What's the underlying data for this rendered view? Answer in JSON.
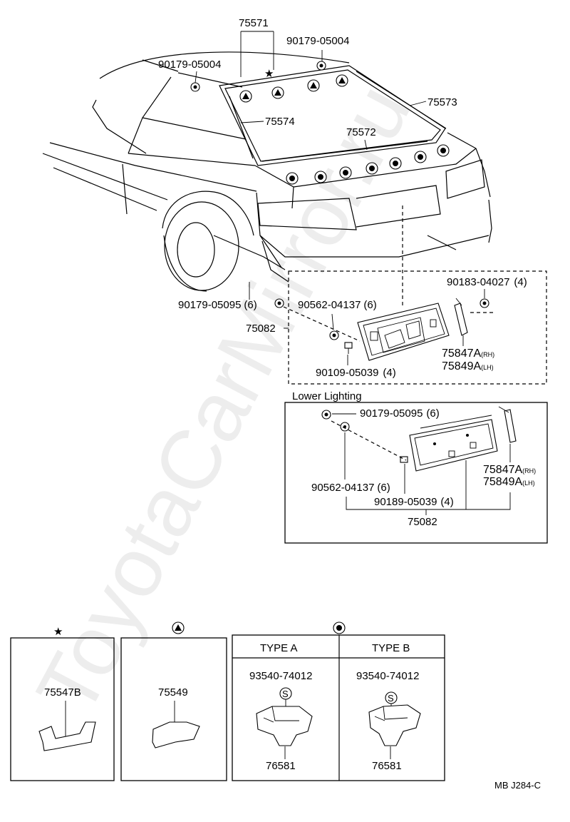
{
  "watermark": "ToyotaCarMirror.ru",
  "diagram_code": "MB J284-C",
  "callouts": {
    "p75571": "75571",
    "p90179_05004_a": "90179-05004",
    "p90179_05004_b": "90179-05004",
    "p75573": "75573",
    "p75574": "75574",
    "p75572": "75572",
    "p90179_05095": "90179-05095",
    "p90179_05095_qty": "(6)",
    "p75082": "75082",
    "p90562_04137": "90562-04137",
    "p90562_04137_qty": "(6)",
    "p90183_04027": "90183-04027",
    "p90183_04027_qty": "(4)",
    "p75847A": "75847A",
    "p75847A_side": "(RH)",
    "p75849A": "75849A",
    "p75849A_side": "(LH)",
    "p90109_05039": "90109-05039",
    "p90109_05039_qty": "(4)"
  },
  "lower_lighting": {
    "title": "Lower Lighting",
    "p90179_05095": "90179-05095",
    "p90179_05095_qty": "(6)",
    "p90562_04137": "90562-04137",
    "p90562_04137_qty": "(6)",
    "p90189_05039": "90189-05039",
    "p90189_05039_qty": "(4)",
    "p75847A": "75847A",
    "p75847A_side": "(RH)",
    "p75849A": "75849A",
    "p75849A_side": "(LH)",
    "p75082": "75082"
  },
  "detail_boxes": {
    "star": {
      "symbol": "★",
      "part": "75547B"
    },
    "triangle": {
      "part": "75549"
    },
    "circle": {
      "type_a": {
        "header": "TYPE A",
        "screw": "93540-74012",
        "screw_mark": "S",
        "part": "76581"
      },
      "type_b": {
        "header": "TYPE B",
        "screw": "93540-74012",
        "screw_mark": "S",
        "part": "76581"
      }
    }
  },
  "icons": [
    "star-symbol",
    "triangle-clip-symbol",
    "circle-clip-symbol"
  ]
}
